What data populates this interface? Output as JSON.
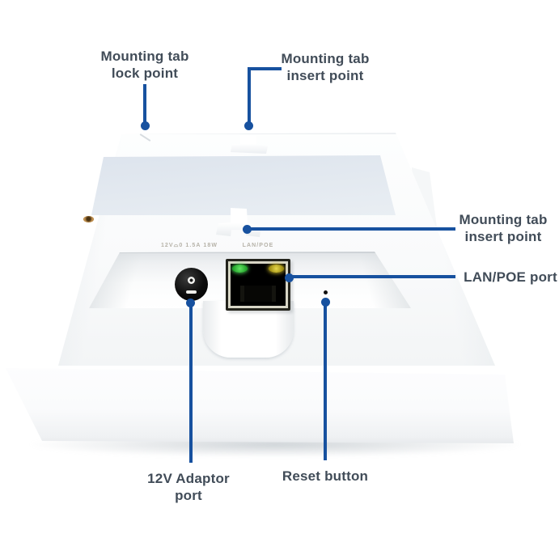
{
  "colors": {
    "background": "#ffffff",
    "callout_blue": "#17519f",
    "label_text": "#414c58",
    "led_green": "#3fd047",
    "led_amber": "#d2bf2a",
    "device_body": "#f8fafb",
    "label_recess": "#e0e7ef"
  },
  "callouts": {
    "lock_point": {
      "line1": "Mounting tab",
      "line2": "lock point"
    },
    "insert_point_top": {
      "line1": "Mounting tab",
      "line2": "insert point"
    },
    "insert_point_side": {
      "line1": "Mounting tab",
      "line2": "insert point"
    },
    "lan_poe": {
      "line1": "LAN/POE port"
    },
    "adaptor": {
      "line1": "12V Adaptor",
      "line2": "port"
    },
    "reset": {
      "line1": "Reset button"
    }
  },
  "device": {
    "printed_port_labels": {
      "power": "12V⌓0 1.5A 18W",
      "lan": "LAN/POE"
    }
  }
}
